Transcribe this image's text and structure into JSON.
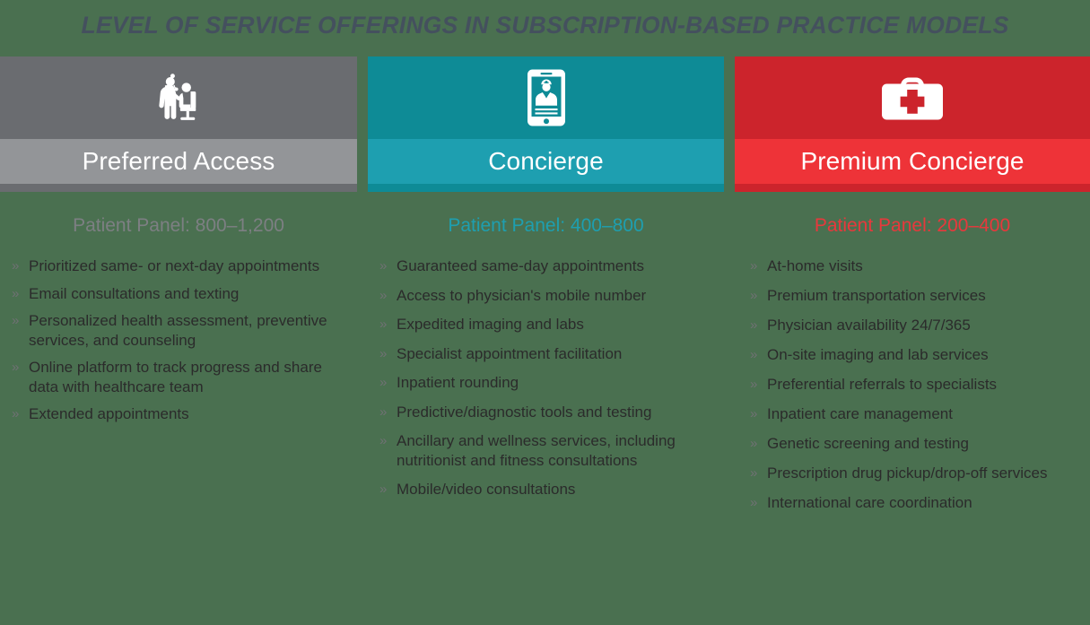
{
  "title": "LEVEL OF SERVICE OFFERINGS IN SUBSCRIPTION-BASED PRACTICE MODELS",
  "colors": {
    "background": "#4a7050",
    "title": "#44505e",
    "gray_dark": "#6a6c70",
    "gray_light": "#939598",
    "teal_dark": "#0e8b96",
    "teal_light": "#1e9fb0",
    "red_dark": "#cc242c",
    "red_light": "#ee3338",
    "bullet_text": "#2b2b2b",
    "bullet_marker": "#6f7073"
  },
  "bullet_marker": "»",
  "tiers": [
    {
      "id": "preferred-access",
      "label": "Preferred Access",
      "icon": "doctor-examining-patient-icon",
      "panel": "Patient Panel: 800–1,200",
      "items": [
        "Prioritized same- or next-day appointments",
        "Email consultations and texting",
        "Personalized health assessment, preventive services, and counseling",
        "Online platform to track progress and share data with healthcare team",
        "Extended appointments"
      ]
    },
    {
      "id": "concierge",
      "label": "Concierge",
      "icon": "smartphone-telemedicine-icon",
      "panel": "Patient Panel: 400–800",
      "items": [
        "Guaranteed same-day appointments",
        "Access to physician's mobile number",
        "Expedited imaging and labs",
        "Specialist appointment facilitation",
        "Inpatient rounding",
        "Predictive/diagnostic tools and testing",
        "Ancillary and wellness services, including nutritionist and fitness consultations",
        "Mobile/video consultations"
      ]
    },
    {
      "id": "premium-concierge",
      "label": "Premium Concierge",
      "icon": "first-aid-kit-icon",
      "panel": "Patient Panel: 200–400",
      "items": [
        "At-home visits",
        "Premium transportation services",
        "Physician availability 24/7/365",
        "On-site imaging and lab services",
        "Preferential referrals to specialists",
        "Inpatient care management",
        "Genetic screening and testing",
        "Prescription drug pickup/drop-off services",
        "International care coordination"
      ]
    }
  ]
}
